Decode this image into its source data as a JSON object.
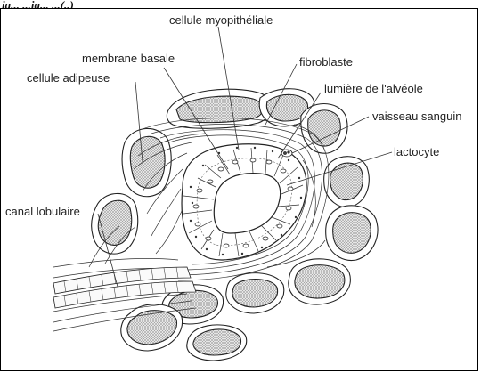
{
  "caption": "ig... ...ig... ...(..)",
  "labels": {
    "myoepithelial_cell": "cellule myopithéliale",
    "basement_membrane": "membrane basale",
    "fibroblast": "fibroblaste",
    "adipose_cell": "cellule adipeuse",
    "alveolus_lumen": "lumière de l'alvéole",
    "blood_vessel": "vaisseau sanguin",
    "lactocyte": "lactocyte",
    "lobular_duct": "canal lobulaire"
  }
}
